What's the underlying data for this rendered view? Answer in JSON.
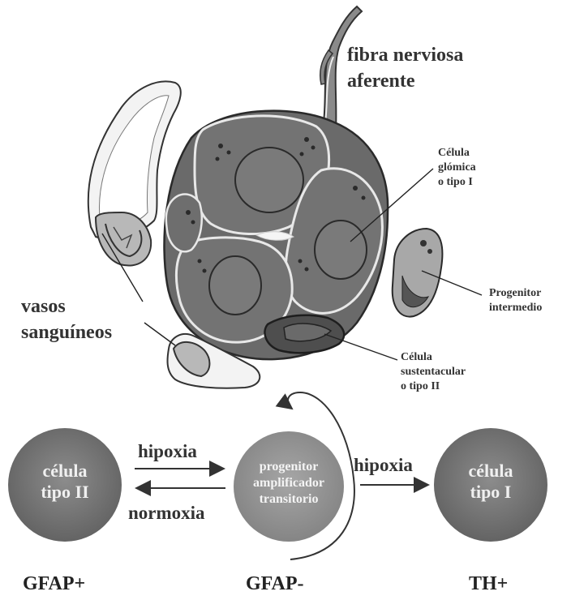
{
  "labels": {
    "afferent_fiber_line1": "fibra nerviosa",
    "afferent_fiber_line2": "aferente",
    "glomus_line1": "Célula",
    "glomus_line2": "glómica",
    "glomus_line3": "o tipo I",
    "progenitor_intermediate_line1": "Progenitor",
    "progenitor_intermediate_line2": "intermedio",
    "vessels_line1": "vasos",
    "vessels_line2": "sanguíneos",
    "sustentacular_line1": "Célula",
    "sustentacular_line2": "sustentacular",
    "sustentacular_line3": "o tipo II"
  },
  "bottom": {
    "left_cell_line1": "célula",
    "left_cell_line2": "tipo II",
    "middle_cell_line1": "progenitor",
    "middle_cell_line2": "amplificador",
    "middle_cell_line3": "transitorio",
    "right_cell_line1": "célula",
    "right_cell_line2": "tipo I",
    "arrow_forward_1": "hipoxia",
    "arrow_back": "normoxia",
    "arrow_forward_2": "hipoxia",
    "marker_left": "GFAP+",
    "marker_middle": "GFAP-",
    "marker_right": "TH+"
  },
  "colors": {
    "cell_fill": "#6e6e6e",
    "cell_dark": "#505050",
    "circle_fill": "#747474",
    "vessel_fill": "#bdbdbd",
    "line": "#222222"
  }
}
